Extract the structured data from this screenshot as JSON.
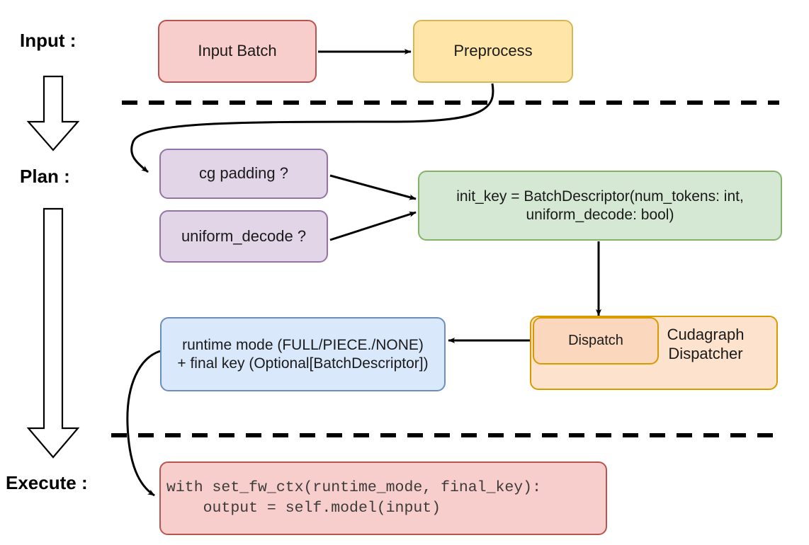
{
  "diagram": {
    "title_stages": [
      {
        "id": "input",
        "label": "Input :"
      },
      {
        "id": "plan",
        "label": "Plan :"
      },
      {
        "id": "execute",
        "label": "Execute :"
      }
    ],
    "nodes": {
      "input_batch": {
        "label": "Input Batch",
        "fill": "#f8cecc",
        "stroke": "#b85450"
      },
      "preprocess": {
        "label": "Preprocess",
        "fill": "#ffe6a8",
        "stroke": "#d6b656"
      },
      "cg_padding": {
        "label": "cg padding ?",
        "fill": "#e1d5e7",
        "stroke": "#9673a6"
      },
      "uniform_decode": {
        "label": "uniform_decode ?",
        "fill": "#e1d5e7",
        "stroke": "#9673a6"
      },
      "init_key": {
        "label": "init_key = BatchDescriptor(num_tokens: int,\nuniform_decode: bool)",
        "fill": "#d5e8d4",
        "stroke": "#82b366"
      },
      "dispatch": {
        "label": "Dispatch",
        "fill": "#fad7bd",
        "stroke": "#d79b00"
      },
      "cudagraph_dispatcher": {
        "label": "Cudagraph\nDispatcher",
        "fill": "#fde3cd",
        "stroke": "#d79b00"
      },
      "runtime_mode": {
        "label": "runtime mode (FULL/PIECE./NONE)\n+ final key (Optional[BatchDescriptor])",
        "fill": "#dae8fc",
        "stroke": "#6c8ebf"
      },
      "code_block": {
        "label": "with set_fw_ctx(runtime_mode, final_key):\n    output = self.model(input)",
        "fill": "#f8cecc",
        "stroke": "#b85450"
      }
    },
    "separators": [
      {
        "id": "input-plan-divider",
        "style": "dashed"
      },
      {
        "id": "plan-execute-divider",
        "style": "dashed"
      }
    ],
    "flow_arrows": [
      {
        "id": "input-batch-to-preprocess"
      },
      {
        "id": "preprocess-to-cg-padding"
      },
      {
        "id": "cg-padding-to-init-key"
      },
      {
        "id": "uniform-decode-to-init-key"
      },
      {
        "id": "init-key-to-dispatch"
      },
      {
        "id": "dispatch-to-runtime-mode"
      },
      {
        "id": "runtime-mode-to-code-block"
      }
    ],
    "stage_arrows": [
      {
        "id": "input-to-plan-stage-arrow"
      },
      {
        "id": "plan-to-execute-stage-arrow"
      }
    ]
  }
}
